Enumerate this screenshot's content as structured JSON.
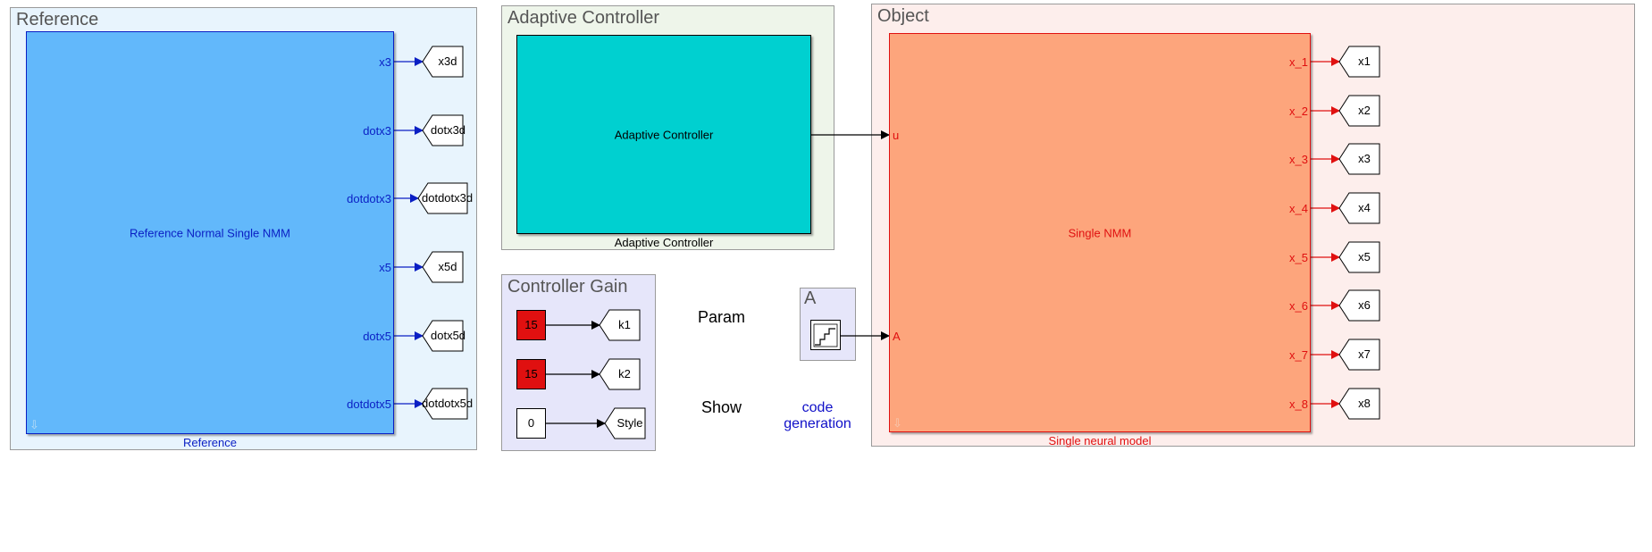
{
  "colors": {
    "reference_block": "#62b8fb",
    "reference_text": "#0a1fc4",
    "adaptive_block": "#00d0d0",
    "object_block": "#fda57c",
    "object_text": "#e01010",
    "gain_const": "#e01010",
    "reference_area": "#e8f4fd",
    "adaptive_area": "#eef5ea",
    "object_area": "#fdeeec",
    "gain_area": "#e6e6fa"
  },
  "areas": {
    "reference": "Reference",
    "adaptive": "Adaptive Controller",
    "object": "Object",
    "gain": "Controller Gain",
    "a": "A"
  },
  "reference_block": {
    "label": "Reference Normal Single NMM",
    "caption": "Reference",
    "outputs": [
      {
        "port": "x3",
        "tag": "x3d"
      },
      {
        "port": "dotx3",
        "tag": "dotx3d"
      },
      {
        "port": "dotdotx3",
        "tag": "dotdotx3d"
      },
      {
        "port": "x5",
        "tag": "x5d"
      },
      {
        "port": "dotx5",
        "tag": "dotx5d"
      },
      {
        "port": "dotdotx5",
        "tag": "dotdotx5d"
      }
    ]
  },
  "adaptive_block": {
    "label": "Adaptive Controller",
    "caption": "Adaptive Controller"
  },
  "object_block": {
    "label": "Single NMM",
    "caption": "Single neural model",
    "inputs": [
      "u",
      "A"
    ],
    "outputs": [
      {
        "port": "x_1",
        "tag": "x1"
      },
      {
        "port": "x_2",
        "tag": "x2"
      },
      {
        "port": "x_3",
        "tag": "x3"
      },
      {
        "port": "x_4",
        "tag": "x4"
      },
      {
        "port": "x_5",
        "tag": "x5"
      },
      {
        "port": "x_6",
        "tag": "x6"
      },
      {
        "port": "x_7",
        "tag": "x7"
      },
      {
        "port": "x_8",
        "tag": "x8"
      }
    ]
  },
  "gain": {
    "constants": [
      {
        "value": "15",
        "tag": "k1"
      },
      {
        "value": "15",
        "tag": "k2"
      },
      {
        "value": "0",
        "tag": "Style"
      }
    ]
  },
  "annotations": {
    "param": "Param",
    "show": "Show",
    "code_line1": "code",
    "code_line2": "generation"
  }
}
